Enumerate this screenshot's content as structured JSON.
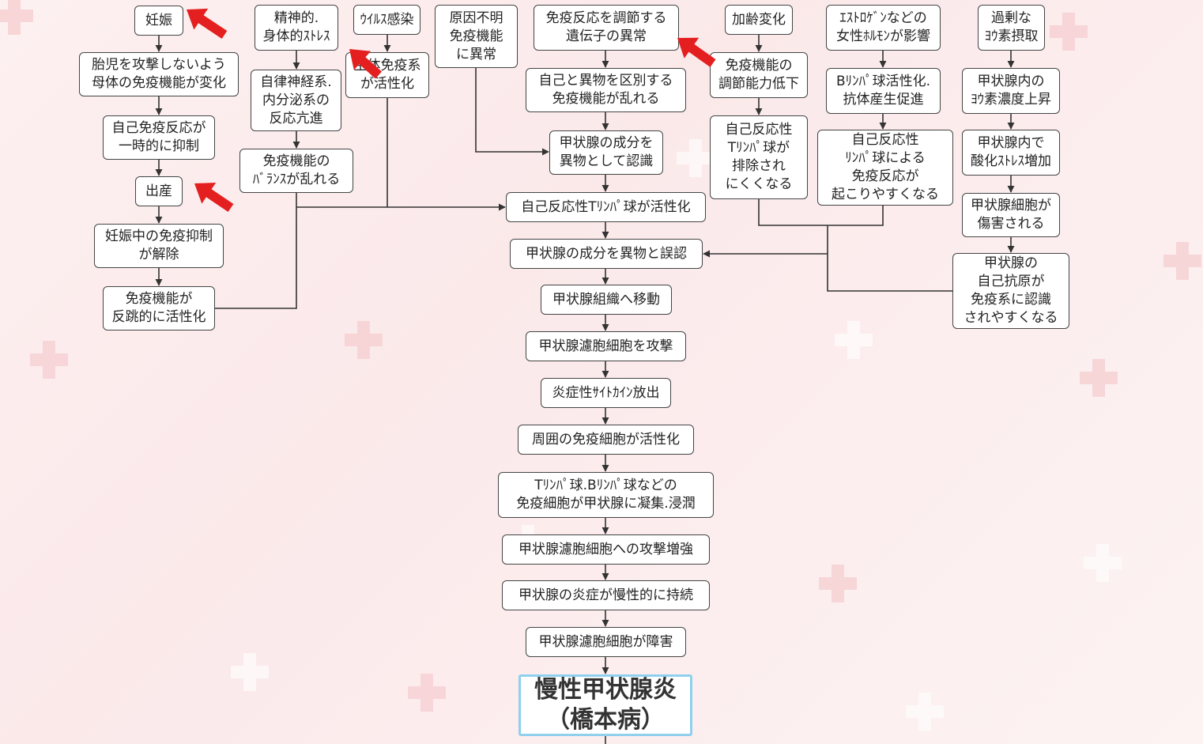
{
  "nodes": {
    "n_pregnancy": "妊娠",
    "n_fetus": "胎児を攻撃しないよう\n母体の免疫機能が変化",
    "n_suppress": "自己免疫反応が\n一時的に抑制",
    "n_birth": "出産",
    "n_release": "妊娠中の免疫抑制\nが解除",
    "n_rebound": "免疫機能が\n反跳的に活性化",
    "n_stress": "精神的.\n身体的ｽﾄﾚｽ",
    "n_autonomic": "自律神経系.\n内分泌系の\n反応亢進",
    "n_balance": "免疫機能の\nﾊﾞﾗﾝｽが乱れる",
    "n_virus": "ｳｲﾙｽ感染",
    "n_virus2": "生体免疫系\nが活性化",
    "n_unknown": "原因不明\n免疫機能\nに異常",
    "n_gene": "免疫反応を調節する\n遺伝子の異常",
    "n_selfnon": "自己と異物を区別する\n免疫機能が乱れる",
    "n_recognize": "甲状腺の成分を\n異物として認識",
    "n_tact": "自己反応性Tﾘﾝﾊﾟ球が活性化",
    "n_misid": "甲状腺の成分を異物と誤認",
    "n_move": "甲状腺組織へ移動",
    "n_attack": "甲状腺濾胞細胞を攻撃",
    "n_cytokine": "炎症性ｻｲﾄｶｲﾝ放出",
    "n_surround": "周囲の免疫細胞が活性化",
    "n_infiltrate": "Tﾘﾝﾊﾟ球.Bﾘﾝﾊﾟ球などの\n免疫細胞が甲状腺に凝集.浸潤",
    "n_increase": "甲状腺濾胞細胞への攻撃増強",
    "n_chronic": "甲状腺の炎症が慢性的に持続",
    "n_damage": "甲状腺濾胞細胞が障害",
    "n_final": "慢性甲状腺炎\n（橋本病）",
    "n_aging": "加齢変化",
    "n_regulate": "免疫機能の\n調節能力低下",
    "n_exclude": "自己反応性\nTﾘﾝﾊﾟ球が\n排除され\nにくくなる",
    "n_estrogen": "ｴｽﾄﾛｹﾞﾝなどの\n女性ﾎﾙﾓﾝが影響",
    "n_bcell": "Bﾘﾝﾊﾟ球活性化.\n抗体産生促進",
    "n_lymph": "自己反応性\nﾘﾝﾊﾟ球による\n免疫反応が\n起こりやすくなる",
    "n_iodine": "過剰な\nﾖｳ素摂取",
    "n_iodconc": "甲状腺内の\nﾖｳ素濃度上昇",
    "n_oxid": "甲状腺内で\n酸化ｽﾄﾚｽ増加",
    "n_cellinj": "甲状腺細胞が\n傷害される",
    "n_autoag": "甲状腺の\n自己抗原が\n免疫系に認識\nされやすくなる"
  },
  "colors": {
    "highlight_arrow": "#e41f1f",
    "final_border": "#8fd0ee",
    "background": "#fbecec",
    "cross": "#f6cdd0"
  }
}
